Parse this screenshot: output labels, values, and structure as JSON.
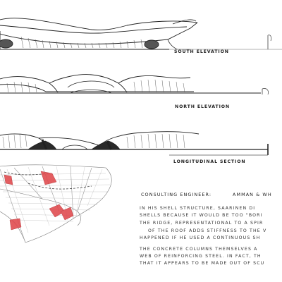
{
  "elevations": [
    {
      "label": "SOUTH ELEVATION"
    },
    {
      "label": "NORTH ELEVATION"
    },
    {
      "label": "LONGITUDINAL SECTION"
    }
  ],
  "consulting": {
    "label": "CONSULTING ENGINEER:",
    "value": "AMMAN & WH"
  },
  "paragraphs": [
    [
      "IN HIS SHELL STRUCTURE, SAARINEN DI",
      "SHELLS BECAUSE IT WOULD BE TOO \"BORI",
      "THE RIDGE, REPRESENTATIONAL TO A SPIR",
      "OF THE ROOF ADDS STIFFNESS TO THE V",
      "HAPPENED IF HE USED A CONTINUOUS SH"
    ],
    [
      "THE CONCRETE COLUMNS THEMSELVES A",
      "WEB OF REINFORCING STEEL.  IN FACT, TH",
      "THAT IT APPEARS TO BE MADE OUT OF SCU"
    ]
  ],
  "colors": {
    "ink": "#222222",
    "accent": "#e0484c",
    "shade": "#9a9a9a"
  }
}
